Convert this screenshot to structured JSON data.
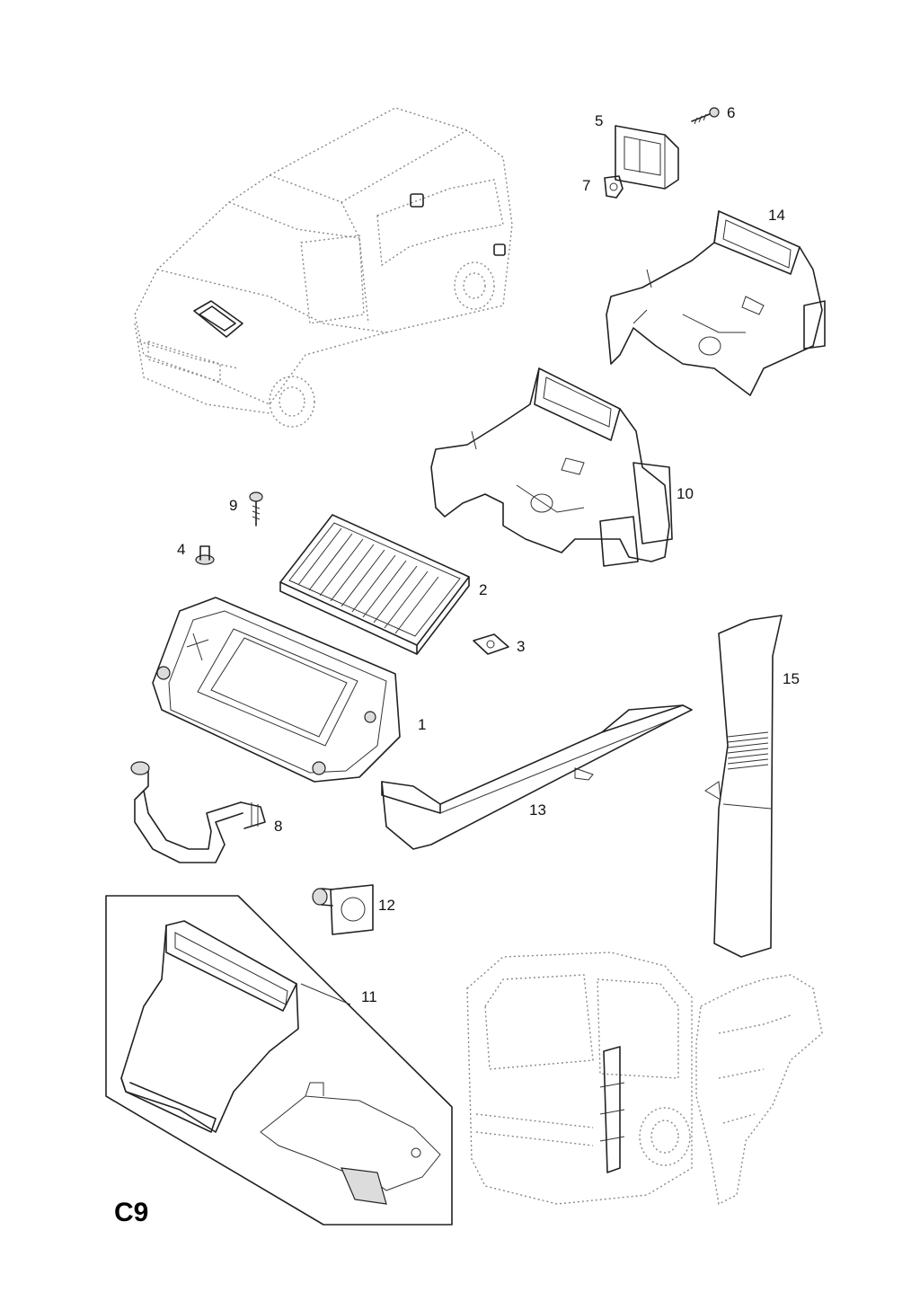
{
  "diagram": {
    "page_code": "C9",
    "callouts": [
      {
        "id": "c1",
        "text": "1"
      },
      {
        "id": "c2",
        "text": "2"
      },
      {
        "id": "c3",
        "text": "3"
      },
      {
        "id": "c4",
        "text": "4"
      },
      {
        "id": "c5",
        "text": "5"
      },
      {
        "id": "c6",
        "text": "6"
      },
      {
        "id": "c7",
        "text": "7"
      },
      {
        "id": "c8",
        "text": "8"
      },
      {
        "id": "c9",
        "text": "9"
      },
      {
        "id": "c10",
        "text": "10"
      },
      {
        "id": "c11",
        "text": "11"
      },
      {
        "id": "c12",
        "text": "12"
      },
      {
        "id": "c13",
        "text": "13"
      },
      {
        "id": "c14",
        "text": "14"
      },
      {
        "id": "c15",
        "text": "15"
      }
    ]
  }
}
